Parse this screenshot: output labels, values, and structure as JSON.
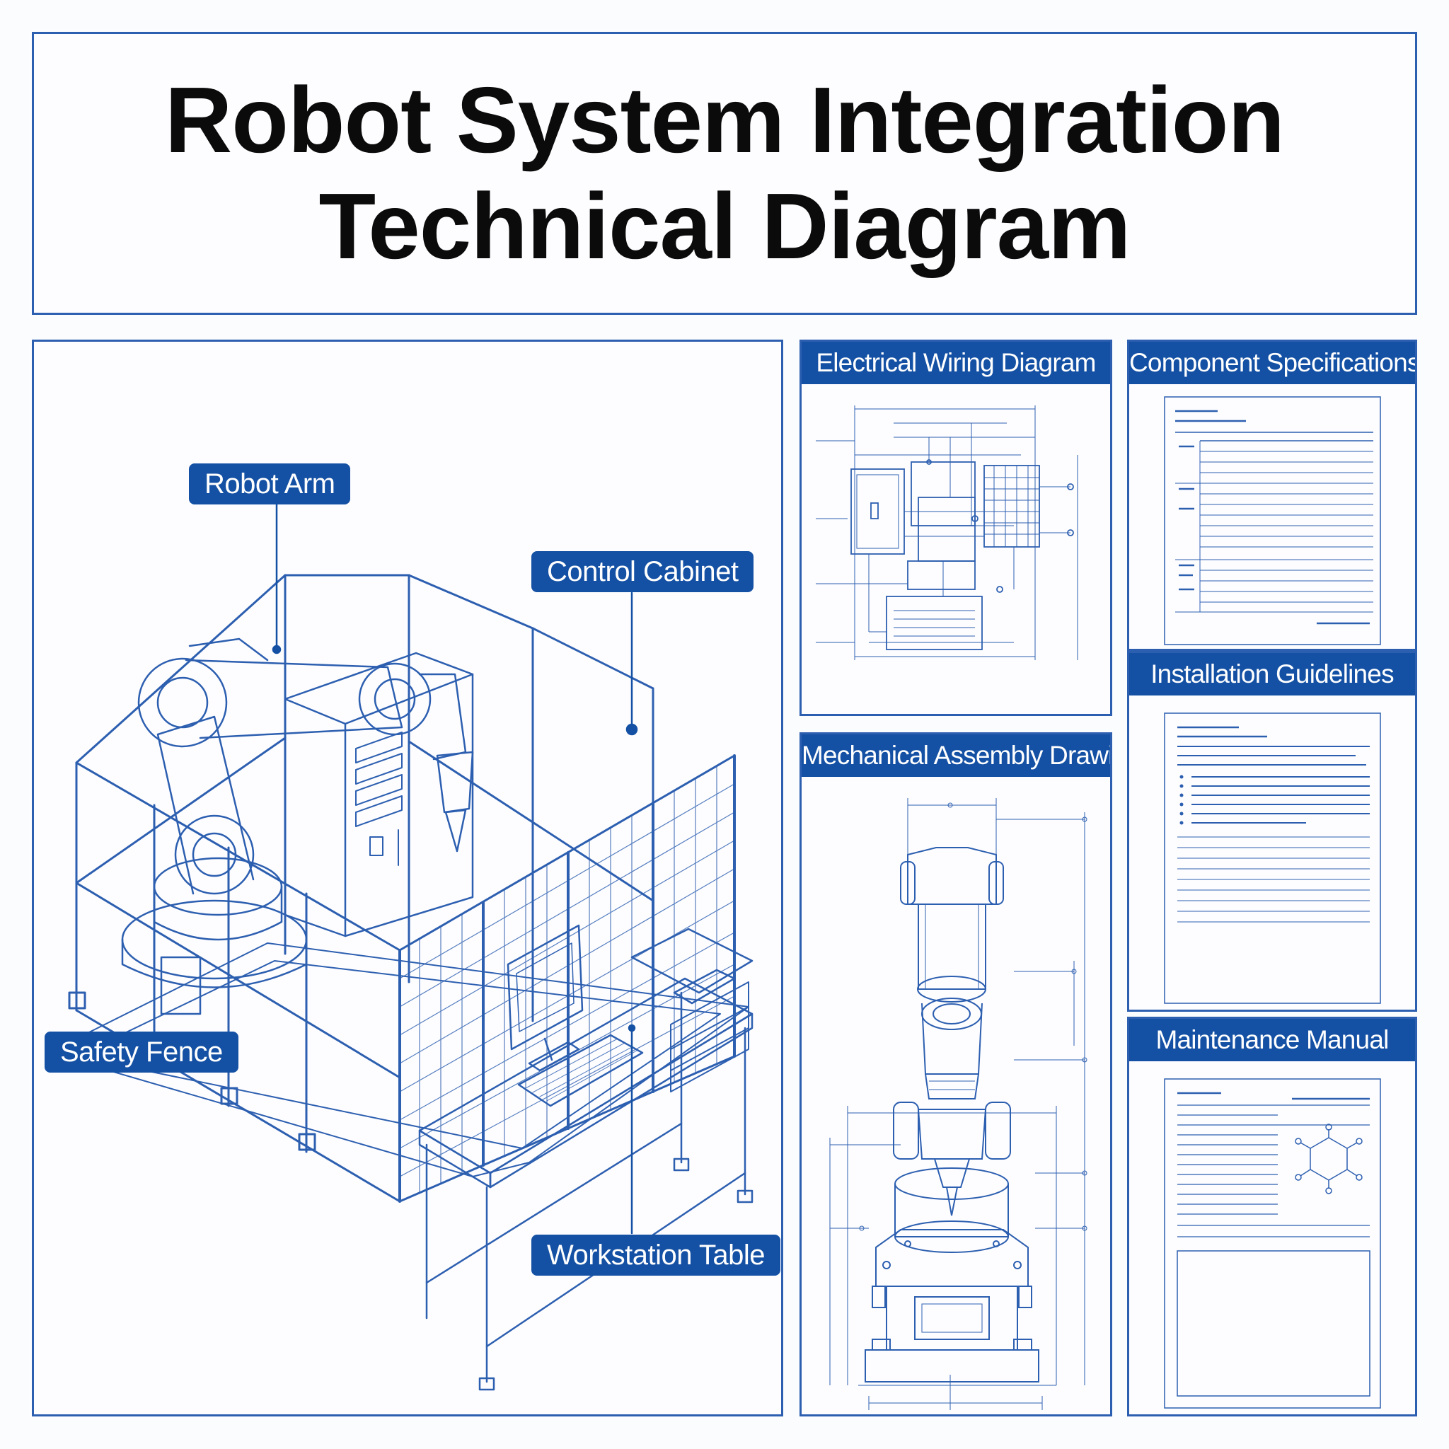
{
  "title": {
    "line1": "Robot System Integration",
    "line2": "Technical Diagram"
  },
  "callouts": {
    "robot_arm": "Robot Arm",
    "control_cabinet": "Control Cabinet",
    "safety_fence": "Safety Fence",
    "workstation_table": "Workstation Table"
  },
  "panels": {
    "electrical": "Electrical Wiring Diagram",
    "components": "Component Specifications",
    "mechanical": "Mechanical Assembly Drawing",
    "installation": "Installation Guidelines",
    "maintenance": "Maintenance Manual"
  },
  "colors": {
    "accent": "#1450a3",
    "line": "#2d5fb0",
    "text": "#0b0b0b"
  }
}
